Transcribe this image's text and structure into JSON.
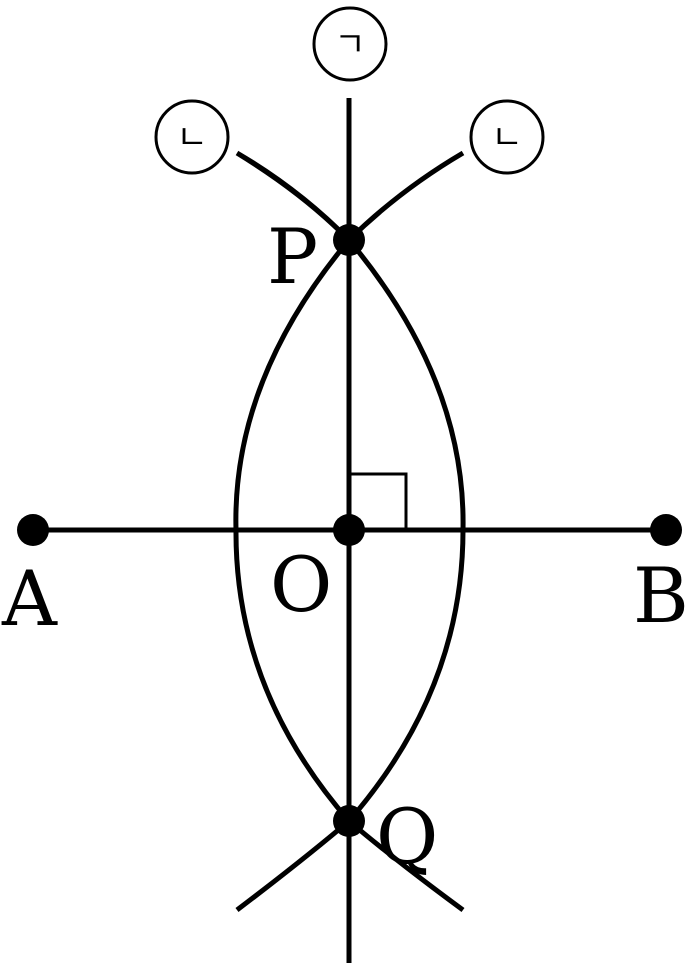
{
  "points": {
    "A": "A",
    "B": "B",
    "O": "O",
    "P": "P",
    "Q": "Q"
  },
  "step_markers": {
    "perpendicular": "ㄱ",
    "arc_left": "ㄴ",
    "arc_right": "ㄴ"
  },
  "colors": {
    "line": "#000000",
    "background": "#ffffff"
  }
}
